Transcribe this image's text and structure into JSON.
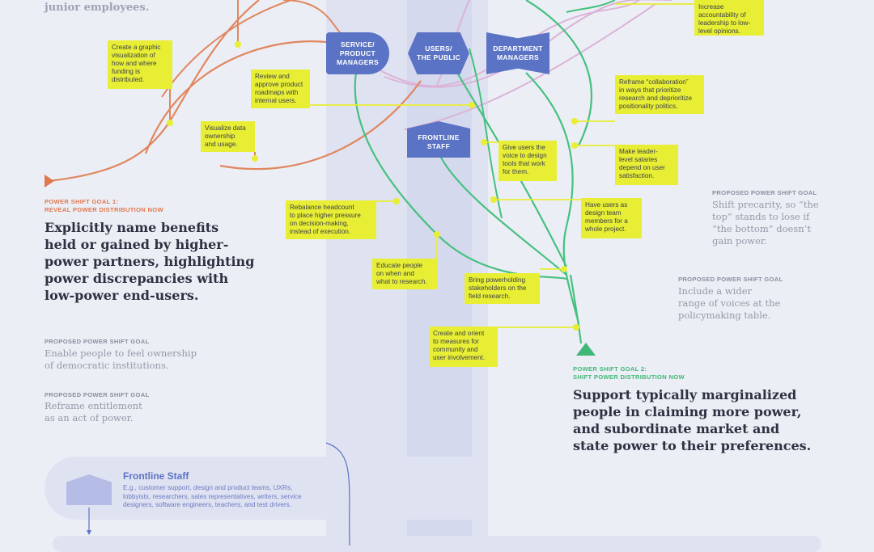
{
  "header_fragment": "junior employees.",
  "nodes": {
    "service": "SERVICE/\nPRODUCT\nMANAGERS",
    "users": "USERS/\nTHE PUBLIC",
    "department": "DEPARTMENT\nMANAGERS",
    "frontline": "FRONTLINE\nSTAFF"
  },
  "notes": {
    "graphic": "Create a graphic\nvisualization of\nhow and where\nfunding is\ndistributed.",
    "review": "Review and\napprove product\nroadmaps with\ninternal users.",
    "visualize": "Visualize data\nownership\nand usage.",
    "accountability": "Increase\naccountability of\nleadership to low-\nlevel opinions.",
    "reframe_collab": "Reframe “collaboration”\nin ways that prioritize\nresearch and deprioritize\npositionality politics.",
    "give_voice": "Give users the\nvoice to design\ntools that work\nfor them.",
    "salaries": "Make leader-\nlevel salaries\ndepend on user\nsatisfaction.",
    "rebalance": "Rebalance headcount\nto place higher pressure\non decision-making,\ninstead of execution.",
    "design_team": "Have users as\ndesign team\nmembers for a\nwhole project.",
    "educate": "Educate people\non when and\nwhat to research.",
    "bring": "Bring powerholding\nstakeholders on the\nfield research.",
    "orient": "Create and orient\nto measures for\ncommunity and\nuser involvement."
  },
  "goal1": {
    "label": "POWER SHIFT GOAL 1:\nREVEAL POWER DISTRIBUTION NOW",
    "text": "Explicitly name benefits\nheld or gained by higher-\npower partners, highlighting\npower discrepancies with\nlow-power end-users."
  },
  "goal2": {
    "label": "POWER SHIFT GOAL 2:\nSHIFT POWER DISTRIBUTION NOW",
    "text": "Support typically marginalized\npeople in claiming more power,\nand subordinate market and\nstate power to their preferences."
  },
  "proposed": {
    "heading": "PROPOSED POWER SHIFT GOAL",
    "p1": "Enable people to feel ownership\nof democratic institutions.",
    "p2": "Reframe entitlement\nas an act of power.",
    "p3": "Shift precarity, so “the\ntop” stands to lose if\n“the bottom” doesn’t\ngain power.",
    "p4": "Include a wider\nrange of voices at the\npolicymaking table."
  },
  "legend": {
    "title": "Frontline Staff",
    "desc": "E.g., customer support, design and product teams, UXRs,\nlobbyists, researchers, sales representatives, writers, service\ndesigners, software engineers, teachers, and test drivers."
  },
  "colors": {
    "orange": "#e0875f",
    "green": "#45c17f",
    "pink": "#dcb3d8",
    "node_blue": "#5b73c4",
    "note_yellow": "#e8ee33",
    "goal1_red": "#e0784f",
    "goal2_green": "#3fb877"
  }
}
